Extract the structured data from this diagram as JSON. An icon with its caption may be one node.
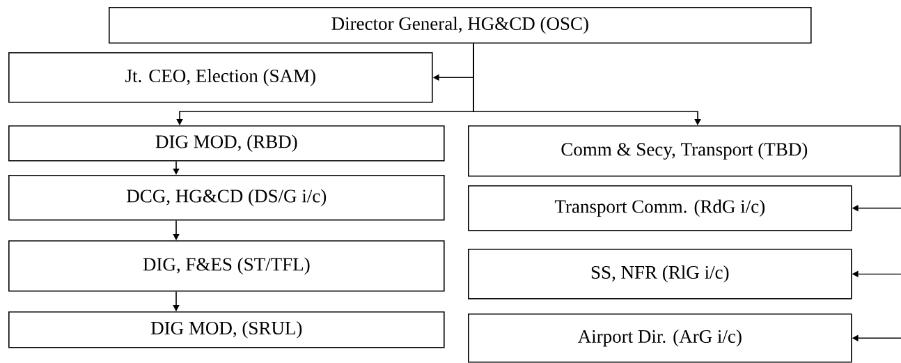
{
  "diagram": {
    "nodes": [
      {
        "text": [
          "Director General, HG&CD (OSC)"
        ]
      },
      {
        "text": [
          "Jt. CEO, Election (SAM)"
        ]
      },
      {
        "text": [
          "DIG MOD, (RBD)"
        ]
      },
      {
        "text": [
          "DCG, HG&CD (DS/G i/c)"
        ]
      },
      {
        "text": [
          "DIG, F&ES (ST/TFL)"
        ]
      },
      {
        "text": [
          "DIG MOD, (SRUL)"
        ]
      },
      {
        "text": [
          "Comm & Secy, Transport (TBD)"
        ]
      },
      {
        "text": [
          "Transport Comm. (RdG i/c)"
        ]
      },
      {
        "text": [
          "SS, NFR (RlG i/c)"
        ]
      },
      {
        "text": [
          "Airport Dir. (ArG i/c)"
        ]
      }
    ],
    "edges": [
      {
        "from": 0,
        "to": 1,
        "arrow": "to"
      },
      {
        "from": 0,
        "to": 2,
        "arrow": "to"
      },
      {
        "from": 0,
        "to": 6,
        "arrow": "to"
      },
      {
        "from": 2,
        "to": 3,
        "arrow": "to"
      },
      {
        "from": 3,
        "to": 4,
        "arrow": "to"
      },
      {
        "from": 4,
        "to": 5,
        "arrow": "to"
      },
      {
        "from": null,
        "to": 7,
        "arrow": "to"
      },
      {
        "from": null,
        "to": 8,
        "arrow": "to"
      },
      {
        "from": null,
        "to": 9,
        "arrow": "to"
      }
    ]
  }
}
